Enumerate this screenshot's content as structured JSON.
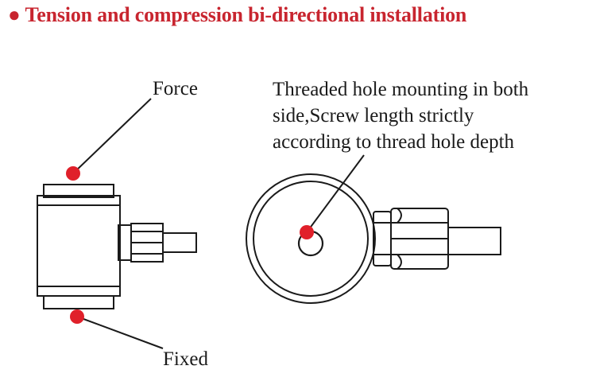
{
  "title": {
    "bullet": "●",
    "text": "Tension and compression bi-directional installation"
  },
  "labels": {
    "force": "Force",
    "fixed": "Fixed",
    "note_lines": [
      "Threaded hole mounting in both",
      "side,Screw length strictly",
      "according to thread hole depth"
    ]
  },
  "colors": {
    "accent": "#c8252f",
    "line": "#1a1a1a",
    "marker": "#e0202a"
  }
}
